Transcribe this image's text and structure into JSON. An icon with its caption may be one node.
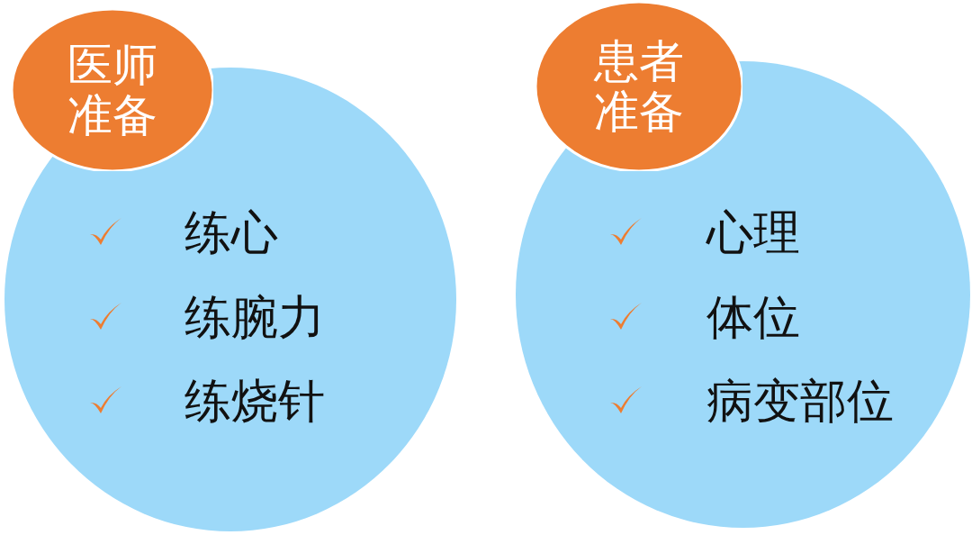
{
  "diagram": {
    "nodes": [
      {
        "text": [
          "医师准备"
        ]
      },
      {
        "text": [
          "练心",
          "练腕力",
          "练烧针"
        ]
      },
      {
        "text": [
          "患者准备"
        ]
      },
      {
        "text": [
          "心理",
          "体位",
          "病变部位"
        ]
      }
    ]
  }
}
